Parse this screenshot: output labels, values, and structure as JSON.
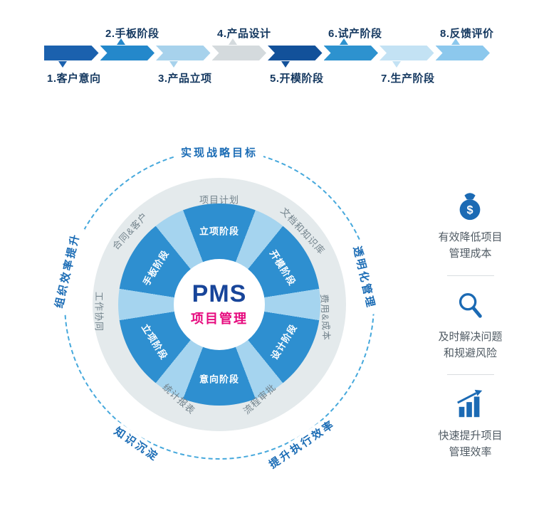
{
  "colors": {
    "label_navy": "#13375f",
    "outer_label_blue": "#1b6cb5",
    "icon_blue": "#1b6ab4",
    "pms_blue": "#18459a",
    "pms_pink": "#e60a7e",
    "ring_gray": "#e4eaec",
    "dashed_circle_blue": "#45a8dc"
  },
  "process_bar": {
    "stages": [
      {
        "label": "1.客户意向",
        "position": "below",
        "color": "#1b61ae"
      },
      {
        "label": "2.手板阶段",
        "position": "above",
        "color": "#2488cb"
      },
      {
        "label": "3.产品立项",
        "position": "below",
        "color": "#a7d2ec"
      },
      {
        "label": "4.产品设计",
        "position": "above",
        "color": "#d4dadd"
      },
      {
        "label": "5.开模阶段",
        "position": "below",
        "color": "#12519a"
      },
      {
        "label": "6.试产阶段",
        "position": "above",
        "color": "#2d92cf"
      },
      {
        "label": "7.生产阶段",
        "position": "below",
        "color": "#c3e2f4"
      },
      {
        "label": "8.反馈评价",
        "position": "above",
        "color": "#8cc8ed"
      }
    ]
  },
  "diagram": {
    "outer_labels": {
      "top": "实现战略目标",
      "right": "透明化管理",
      "bottom_right": "提升执行效率",
      "bottom_left": "知识沉淀",
      "left": "组织效率提升"
    },
    "ring_labels": [
      "项目计划",
      "文档和知识库",
      "费用&成本",
      "流程审批",
      "统计报表",
      "工作协同",
      "合同&客户"
    ],
    "donut": {
      "segment_color": "#2e8fd0",
      "gap_color": "#a5d4ef",
      "segments": [
        "立项阶段",
        "开模阶段",
        "设计阶段",
        "意向阶段",
        "立项阶段",
        "手板阶段"
      ]
    },
    "center": {
      "title": "PMS",
      "subtitle": "项目管理"
    }
  },
  "benefits": [
    {
      "icon": "money-bag-icon",
      "line1": "有效降低项目",
      "line2": "管理成本"
    },
    {
      "icon": "magnifier-icon",
      "line1": "及时解决问题",
      "line2": "和规避风险"
    },
    {
      "icon": "bar-chart-icon",
      "line1": "快速提升项目",
      "line2": "管理效率"
    }
  ]
}
